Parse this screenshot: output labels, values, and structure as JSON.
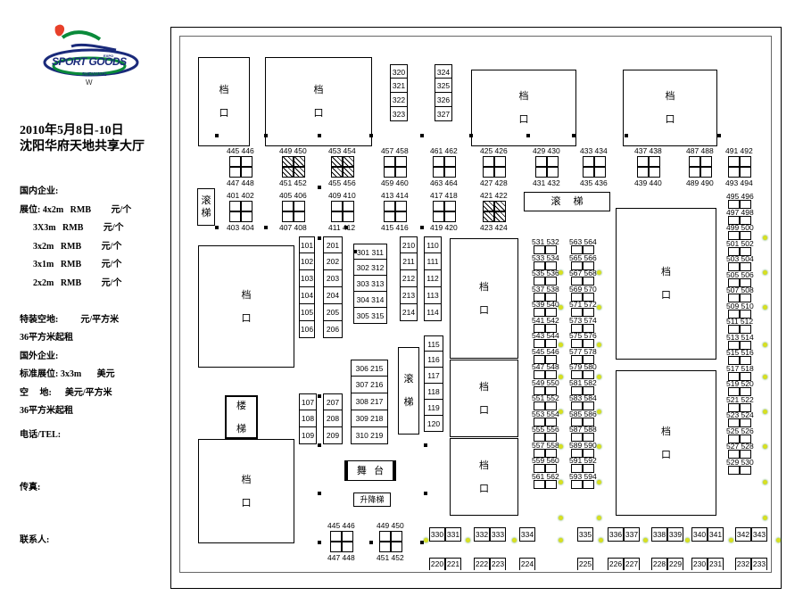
{
  "logo": {
    "brand": "SPORT GOODS",
    "sub": "SHENYANG",
    "expo": "EXPO",
    "mark": "W"
  },
  "header": {
    "date": "2010年5月8日-10日",
    "venue": "沈阳华府天地共享大厅"
  },
  "pricing": [
    "国内企业:",
    "展位: 4x2m   RMB         元/个",
    "      3X3m   RMB         元/个",
    "      3x2m   RMB         元/个",
    "      3x1m   RMB         元/个",
    "      2x2m   RMB         元/个",
    "",
    "特装空地:          元/平方米",
    "36平方米起租",
    "国外企业:",
    "标准展位: 3x3m       美元",
    "空     地:      美元/平方米",
    "36平方米起租"
  ],
  "contact": {
    "phone": "电话/TEL:",
    "fax": "传真:",
    "person": "联系人:"
  },
  "map": {
    "kiosk": "档",
    "kiosk_sub": "口",
    "escalator": "滚梯",
    "escalator_a": "滚",
    "escalator_b": "梯",
    "stairs_a": "楼",
    "stairs_b": "梯",
    "stage": "舞   台",
    "lift": "升降梯",
    "top_stack_a": [
      "320",
      "321",
      "322",
      "323"
    ],
    "top_stack_b": [
      "324",
      "325",
      "326",
      "327"
    ],
    "col_101": [
      "101",
      "102",
      "103",
      "104",
      "105",
      "106"
    ],
    "col_201": [
      "201",
      "202",
      "203",
      "204",
      "205",
      "206"
    ],
    "col_301": [
      "301 311",
      "302 312",
      "303 313",
      "304 314",
      "305 315"
    ],
    "col_210": [
      "210",
      "211",
      "212",
      "213",
      "214"
    ],
    "col_110": [
      "110",
      "111",
      "112",
      "113",
      "114"
    ],
    "col_306": [
      "306 215",
      "307 216",
      "308 217",
      "309 218",
      "310 219"
    ],
    "col_107": [
      "107",
      "108",
      "109"
    ],
    "col_207": [
      "207",
      "208",
      "209"
    ],
    "col_115": [
      "115",
      "116",
      "117",
      "118",
      "119",
      "120"
    ],
    "bottom_top": [
      "330",
      "331",
      "332",
      "333",
      "334",
      "335",
      "336",
      "337",
      "338",
      "339",
      "340",
      "341",
      "342",
      "343"
    ],
    "bottom_low": [
      "220",
      "221",
      "222",
      "223",
      "224",
      "225",
      "226",
      "227",
      "228",
      "229",
      "230",
      "231",
      "232",
      "233"
    ],
    "pairs_row1": [
      "445 446",
      "449 450",
      "453 454",
      "457 458",
      "461 462",
      "425 426",
      "429 430",
      "433 434",
      "437 438",
      "487 488",
      "491 492"
    ],
    "pairs_row1b": [
      "447 448",
      "451 452",
      "455 456",
      "459 460",
      "463 464",
      "427 428",
      "431 432",
      "435 436",
      "439 440",
      "489 490",
      "493 494"
    ],
    "pairs_row2": [
      "401 402",
      "405 406",
      "409 410",
      "413 414",
      "417 418",
      "421 422"
    ],
    "pairs_row2b": [
      "403 404",
      "407 408",
      "411 412",
      "415 416",
      "419 420",
      "423 424"
    ],
    "right_col_a": [
      "531 532",
      "533 534",
      "535 536",
      "537 538",
      "539 540",
      "541 542",
      "543 544",
      "545 546",
      "547 548",
      "549 550",
      "551 552",
      "553 554",
      "555 556",
      "557 558",
      "559 560",
      "561 562"
    ],
    "right_col_b": [
      "563 564",
      "565 566",
      "567 568",
      "569 570",
      "571 572",
      "573 574",
      "575 576",
      "577 578",
      "579 580",
      "581 582",
      "583 584",
      "585 586",
      "587 588",
      "589 590",
      "591 592",
      "593 594"
    ],
    "far_col": [
      "495 496",
      "497 498",
      "499 500",
      "501 502",
      "503 504",
      "505 506",
      "507 508",
      "509 510",
      "511 512",
      "513 514",
      "515 516",
      "517 518",
      "519 520",
      "521 522",
      "523 524",
      "525 526",
      "527 528",
      "529 530"
    ],
    "bottom_pairs_a": [
      "445 446",
      "447 448"
    ],
    "bottom_pairs_b": [
      "449 450",
      "451 452"
    ]
  }
}
